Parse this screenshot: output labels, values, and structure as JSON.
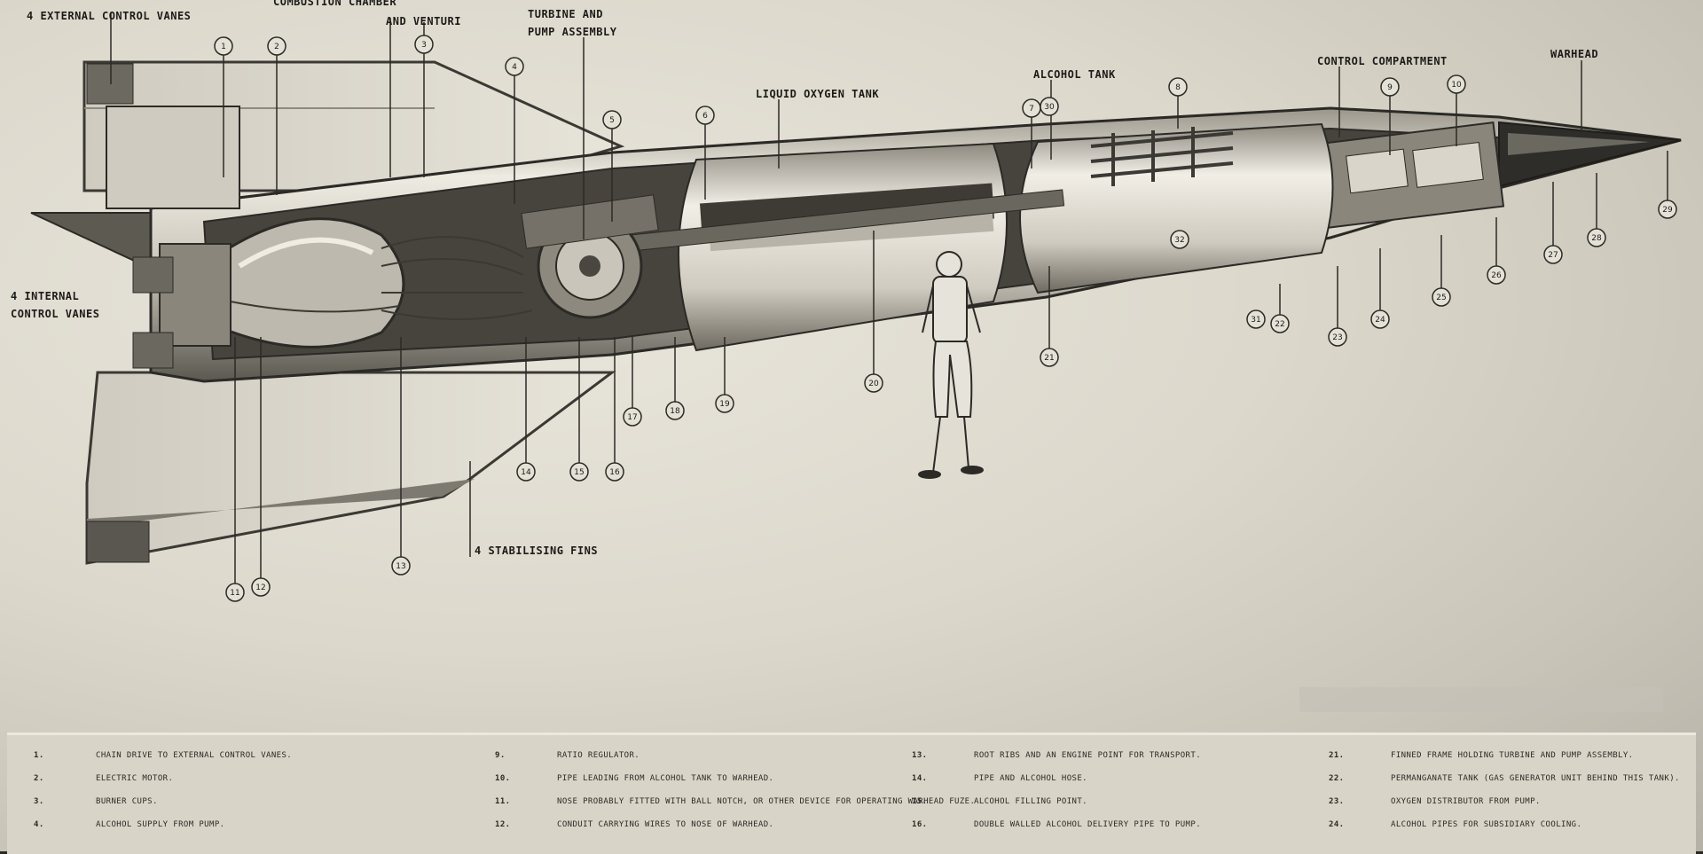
{
  "labels": {
    "external_control_vanes": "4 EXTERNAL CONTROL VANES",
    "combustion_chamber": "COMBUSTION CHAMBER",
    "and_venturi": "AND VENTURI",
    "turbine_line1": "TURBINE AND",
    "turbine_line2": "PUMP ASSEMBLY",
    "liquid_oxygen_tank": "LIQUID OXYGEN TANK",
    "alcohol_tank": "ALCOHOL TANK",
    "control_compartment": "CONTROL COMPARTMENT",
    "warhead": "WARHEAD",
    "internal_line1": "4 INTERNAL",
    "internal_line2": "CONTROL VANES",
    "stabilising_fins": "4 STABILISING FINS"
  },
  "callouts": [
    "1",
    "2",
    "3",
    "4",
    "5",
    "6",
    "7",
    "8",
    "9",
    "10",
    "11",
    "12",
    "13",
    "14",
    "15",
    "16",
    "17",
    "18",
    "19",
    "20",
    "21",
    "22",
    "23",
    "24",
    "25",
    "26",
    "27",
    "28",
    "29",
    "30",
    "31",
    "32"
  ],
  "legend": [
    {
      "num": "1.",
      "text": "CHAIN DRIVE TO EXTERNAL CONTROL VANES."
    },
    {
      "num": "2.",
      "text": "ELECTRIC MOTOR."
    },
    {
      "num": "3.",
      "text": "BURNER CUPS."
    },
    {
      "num": "4.",
      "text": "ALCOHOL SUPPLY FROM PUMP."
    },
    {
      "num": "9.",
      "text": "RATIO REGULATOR."
    },
    {
      "num": "10.",
      "text": "PIPE LEADING FROM ALCOHOL TANK TO WARHEAD."
    },
    {
      "num": "11.",
      "text": "NOSE PROBABLY FITTED WITH BALL NOTCH, OR OTHER DEVICE FOR OPERATING WARHEAD FUZE."
    },
    {
      "num": "12.",
      "text": "CONDUIT CARRYING WIRES TO NOSE OF WARHEAD."
    },
    {
      "num": "13.",
      "text": "ROOT RIBS AND AN ENGINE POINT FOR TRANSPORT."
    },
    {
      "num": "14.",
      "text": "PIPE AND ALCOHOL HOSE."
    },
    {
      "num": "15.",
      "text": "ALCOHOL FILLING POINT."
    },
    {
      "num": "16.",
      "text": "DOUBLE WALLED ALCOHOL DELIVERY PIPE TO PUMP."
    },
    {
      "num": "21.",
      "text": "FINNED FRAME HOLDING TURBINE AND PUMP ASSEMBLY."
    },
    {
      "num": "22.",
      "text": "PERMANGANATE TANK (GAS GENERATOR UNIT BEHIND THIS TANK)."
    },
    {
      "num": "23.",
      "text": "OXYGEN DISTRIBUTOR FROM PUMP."
    },
    {
      "num": "24.",
      "text": "ALCOHOL PIPES FOR SUBSIDIARY COOLING."
    }
  ]
}
